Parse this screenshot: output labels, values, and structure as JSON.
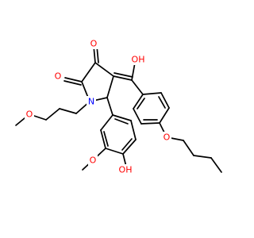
{
  "structure": {
    "atoms": [
      {
        "id": "O_top",
        "label": "O",
        "color": "#ff0000"
      },
      {
        "id": "O_left",
        "label": "O",
        "color": "#ff0000"
      },
      {
        "id": "OH_enol",
        "label": "OH",
        "color": "#ff0000"
      },
      {
        "id": "N_ring",
        "label": "N",
        "color": "#0000ff"
      },
      {
        "id": "O_chain",
        "label": "O",
        "color": "#ff0000"
      },
      {
        "id": "O_butoxy",
        "label": "O",
        "color": "#ff0000"
      },
      {
        "id": "O_methoxy",
        "label": "O",
        "color": "#ff0000"
      },
      {
        "id": "OH_phenol",
        "label": "OH",
        "color": "#ff0000"
      }
    ]
  }
}
